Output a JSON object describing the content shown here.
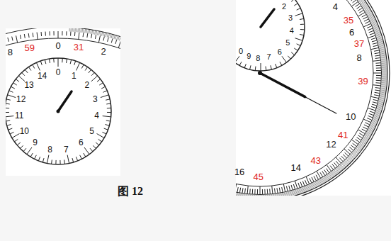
{
  "diagram": {
    "caption": "图 12",
    "labels": [
      "8",
      "59",
      "0",
      "31",
      "2",
      "14",
      "0",
      "1",
      "2",
      "3",
      "4",
      "5",
      "6",
      "7",
      "8",
      "9",
      "10",
      "11",
      "12",
      "13",
      "2",
      "3",
      "4",
      "5",
      "6",
      "7",
      "8",
      "9",
      "0",
      "4",
      "35",
      "6",
      "37",
      "8",
      "39",
      "10",
      "41",
      "12",
      "43",
      "14",
      "45",
      "16"
    ]
  }
}
